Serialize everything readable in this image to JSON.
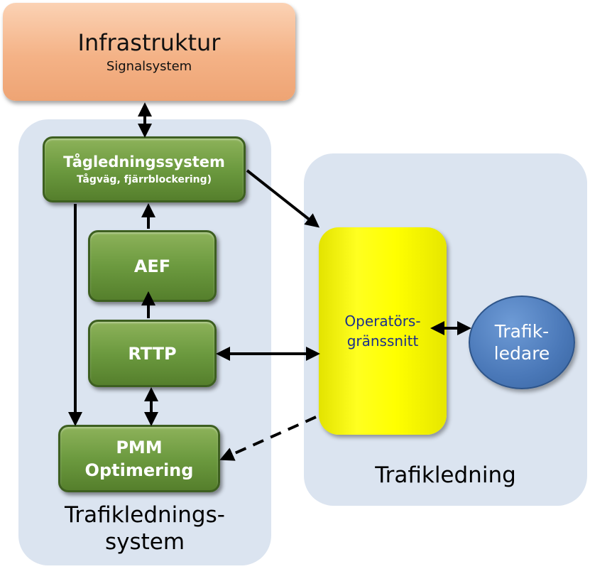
{
  "infrastructure": {
    "title": "Infrastruktur",
    "subtitle": "Signalsystem"
  },
  "train_control": {
    "title": "Tågledningssystem",
    "subtitle": "Tågväg, fjärrblockering)"
  },
  "aef": {
    "label": "AEF"
  },
  "rttp": {
    "label": "RTTP"
  },
  "pmm": {
    "line1": "PMM",
    "line2": "Optimering"
  },
  "operator_interface": {
    "line1": "Operatörs-",
    "line2": "gränssnitt"
  },
  "traffic_controller": {
    "line1": "Trafik-",
    "line2": "ledare"
  },
  "regions": {
    "system": {
      "line1": "Trafiklednings-",
      "line2": "system"
    },
    "traffic": {
      "label": "Trafikledning"
    }
  },
  "colors": {
    "region": "#dbe4f0",
    "infrastructure": "#f4b286",
    "module_green": "#6c9a3f",
    "operator_yellow": "#ffff00",
    "controller_blue": "#4a78b8",
    "operator_text": "#1b2f8c"
  }
}
